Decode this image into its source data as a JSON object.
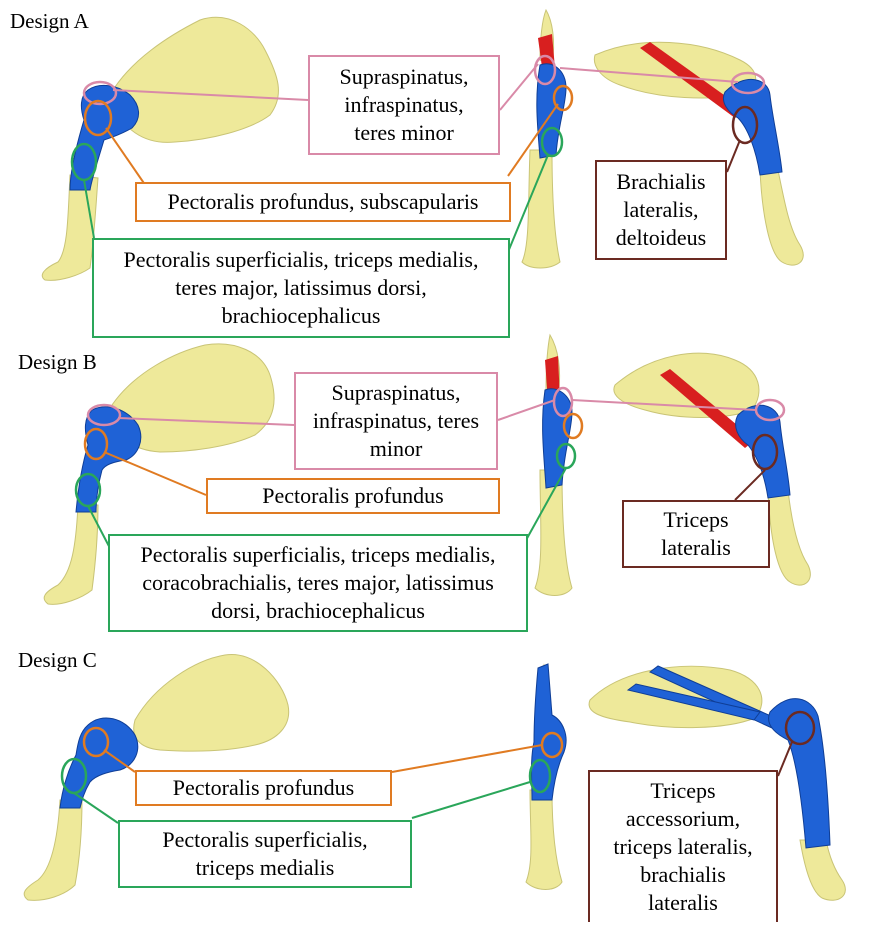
{
  "colors": {
    "bone": "#eee99a",
    "bone_stroke": "#c9c476",
    "implant": "#1f62d6",
    "implant_dark": "#0f3e96",
    "plate_red": "#d81f1f",
    "pink": "#d98aa8",
    "orange": "#e07b22",
    "green": "#2aa65a",
    "brown": "#6b2a22"
  },
  "designs": [
    {
      "label": "Design A",
      "callouts": {
        "pink": [
          "Supraspinatus,",
          "infraspinatus,",
          "teres minor"
        ],
        "orange": [
          "Pectoralis profundus, subscapularis"
        ],
        "green": [
          "Pectoralis superficialis, triceps medialis,",
          "teres major, latissimus dorsi,",
          "brachiocephalicus"
        ],
        "brown": [
          "Brachialis",
          "lateralis,",
          "deltoideus"
        ]
      }
    },
    {
      "label": "Design B",
      "callouts": {
        "pink": [
          "Supraspinatus,",
          "infraspinatus, teres",
          "minor"
        ],
        "orange": [
          "Pectoralis profundus"
        ],
        "green": [
          "Pectoralis superficialis, triceps medialis,",
          "coracobrachialis, teres major, latissimus",
          "dorsi, brachiocephalicus"
        ],
        "brown": [
          "Triceps",
          "lateralis"
        ]
      }
    },
    {
      "label": "Design C",
      "callouts": {
        "orange": [
          "Pectoralis profundus"
        ],
        "green": [
          "Pectoralis superficialis,",
          "triceps medialis"
        ],
        "brown": [
          "Triceps",
          "accessorium,",
          "triceps lateralis,",
          "brachialis",
          "lateralis"
        ]
      }
    }
  ]
}
